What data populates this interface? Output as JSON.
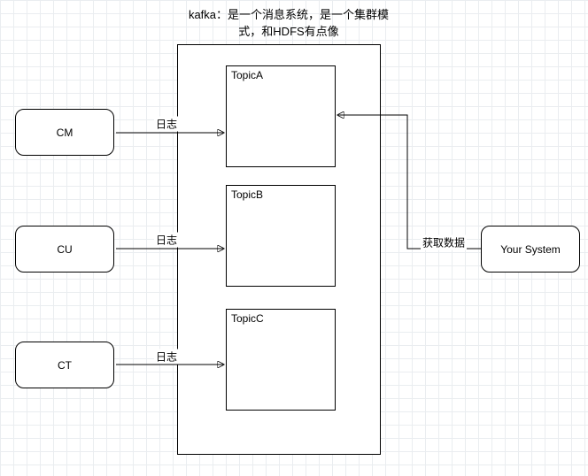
{
  "title": {
    "line1": "kafka：是一个消息系统，是一个集群模",
    "line2": "式，和HDFS有点像"
  },
  "nodes": {
    "cm": "CM",
    "cu": "CU",
    "ct": "CT",
    "topic_a": "TopicA",
    "topic_b": "TopicB",
    "topic_c": "TopicC",
    "your_system": "Your System"
  },
  "edges": {
    "cm_to_topic_a": "日志",
    "cu_to_topic_b": "日志",
    "ct_to_topic_c": "日志",
    "your_system_to_topic_a": "获取数据"
  },
  "colors": {
    "stroke": "#000000",
    "node_fill": "#ffffff",
    "grid": "#eaedf0",
    "background": "#ffffff"
  }
}
